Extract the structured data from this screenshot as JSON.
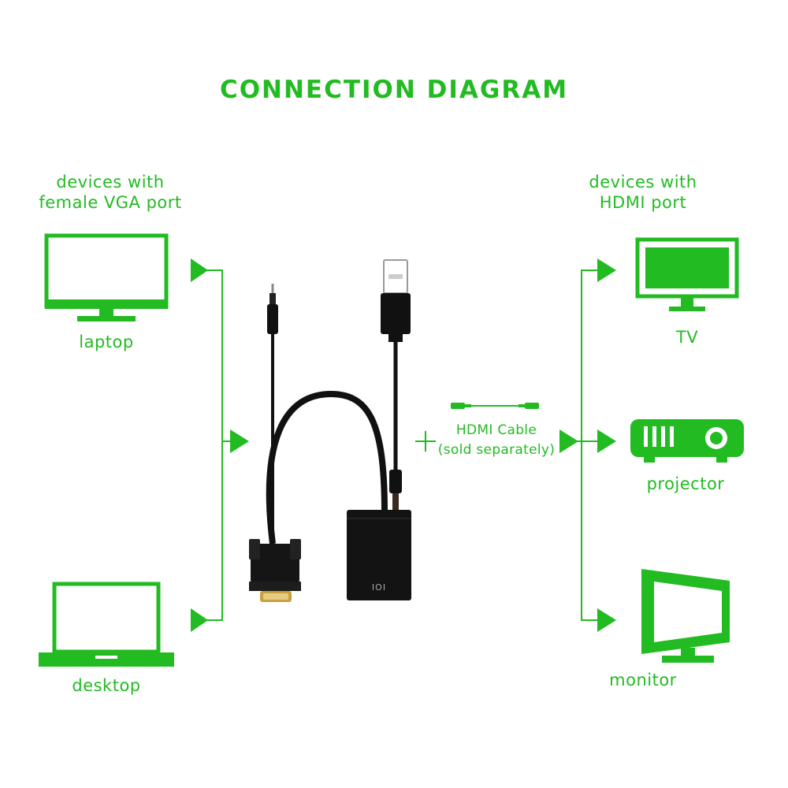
{
  "title": "CONNECTION DIAGRAM",
  "colors": {
    "accent": "#22bb22",
    "cable": "#1a1a1a",
    "connector": "#c8a040"
  },
  "left_group": {
    "label_line1": "devices with",
    "label_line2": "female VGA port",
    "devices": [
      {
        "label": "laptop",
        "icon": "monitor-icon"
      },
      {
        "label": "desktop",
        "icon": "laptop-icon"
      }
    ]
  },
  "right_group": {
    "label_line1": "devices with",
    "label_line2": "HDMI port",
    "devices": [
      {
        "label": "TV",
        "icon": "tv-icon"
      },
      {
        "label": "projector",
        "icon": "projector-icon"
      },
      {
        "label": "monitor",
        "icon": "monitor-icon"
      }
    ]
  },
  "hdmi_cable": {
    "line1": "HDMI Cable",
    "line2": "(sold separately)"
  },
  "adapter": {
    "port_label": "IOI"
  }
}
